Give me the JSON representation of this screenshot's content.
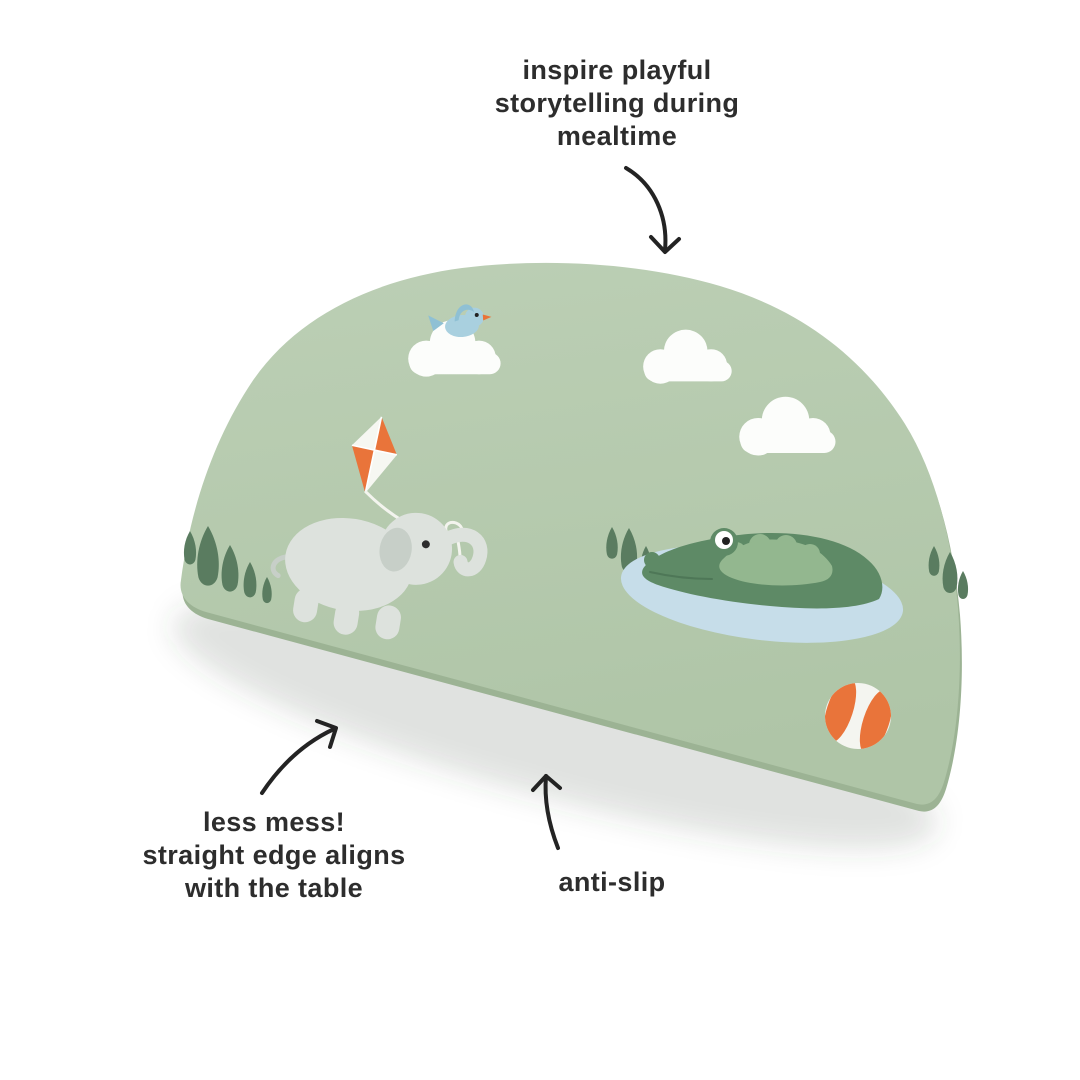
{
  "annotations": {
    "top": {
      "lines": [
        "inspire playful",
        "storytelling during",
        "mealtime"
      ]
    },
    "bottom_left": {
      "lines": [
        "less mess!",
        "straight edge aligns",
        "with the table"
      ]
    },
    "bottom_center": {
      "label": "anti-slip"
    }
  },
  "colors": {
    "background": "#ffffff",
    "text": "#2d2d2d",
    "arrow": "#232323",
    "mat_green_light": "#bccfb5",
    "mat_green": "#b4c9ac",
    "mat_edge_green": "#9cb394",
    "tree_green": "#5a7c60",
    "cloud_white": "#fcfdfb",
    "bird_blue": "#a9d0df",
    "bird_wing_blue": "#8fc0d4",
    "accent_orange": "#e9743a",
    "kite_white": "#f6f7f2",
    "elephant_gray": "#dde2dd",
    "elephant_ear_gray": "#c7cfc8",
    "water_blue": "#c6dde9",
    "croc_green": "#5e8a66",
    "croc_scale_green": "#93b78f",
    "ball_white": "#f4f5f0"
  },
  "motifs": [
    "bird-icon",
    "cloud-icon",
    "kite-icon",
    "elephant-icon",
    "cypress-tree-icon",
    "crocodile-icon",
    "pond-icon",
    "beach-ball-icon"
  ]
}
